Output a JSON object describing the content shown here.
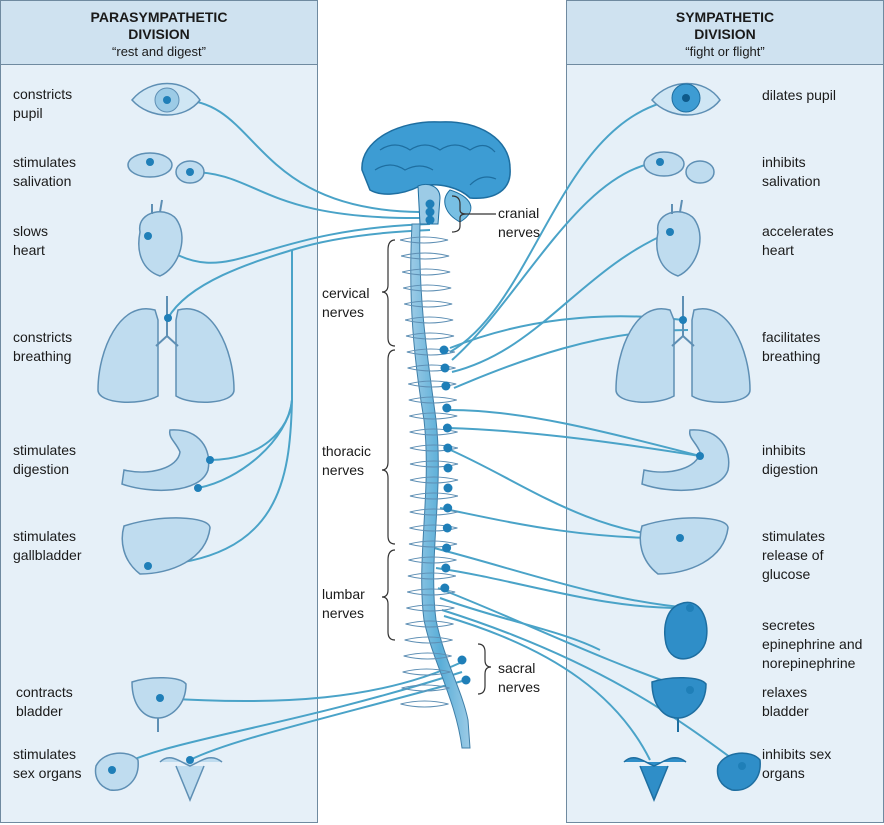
{
  "left_panel": {
    "title": "PARASYMPATHETIC\nDIVISION",
    "subtitle": "“rest and digest”",
    "effects": [
      "constricts\npupil",
      "stimulates\nsalivation",
      "slows\nheart",
      "constricts\nbreathing",
      "stimulates\ndigestion",
      "stimulates\ngallbladder",
      "contracts\nbladder",
      "stimulates\nsex organs"
    ]
  },
  "right_panel": {
    "title": "SYMPATHETIC\nDIVISION",
    "subtitle": "“fight or flight”",
    "effects": [
      "dilates pupil",
      "inhibits\nsalivation",
      "accelerates\nheart",
      "facilitates\nbreathing",
      "inhibits\ndigestion",
      "stimulates\nrelease of\nglucose",
      "secretes\nepinephrine and\nnorepinephrine",
      "relaxes\nbladder",
      "inhibits sex\norgans"
    ]
  },
  "spine_regions": {
    "cranial": "cranial\nnerves",
    "cervical": "cervical\nnerves",
    "thoracic": "thoracic\nnerves",
    "lumbar": "lumbar\nnerves",
    "sacral": "sacral\nnerves"
  },
  "colors": {
    "nerve": "#4aa3c8",
    "organ_fill": "#bfdcef",
    "organ_stroke": "#5e8fb4",
    "brain": "#3d9cd3",
    "panel_bg": "#e6f0f8",
    "panel_header": "#cfe2f0",
    "node": "#1f7fb8"
  }
}
